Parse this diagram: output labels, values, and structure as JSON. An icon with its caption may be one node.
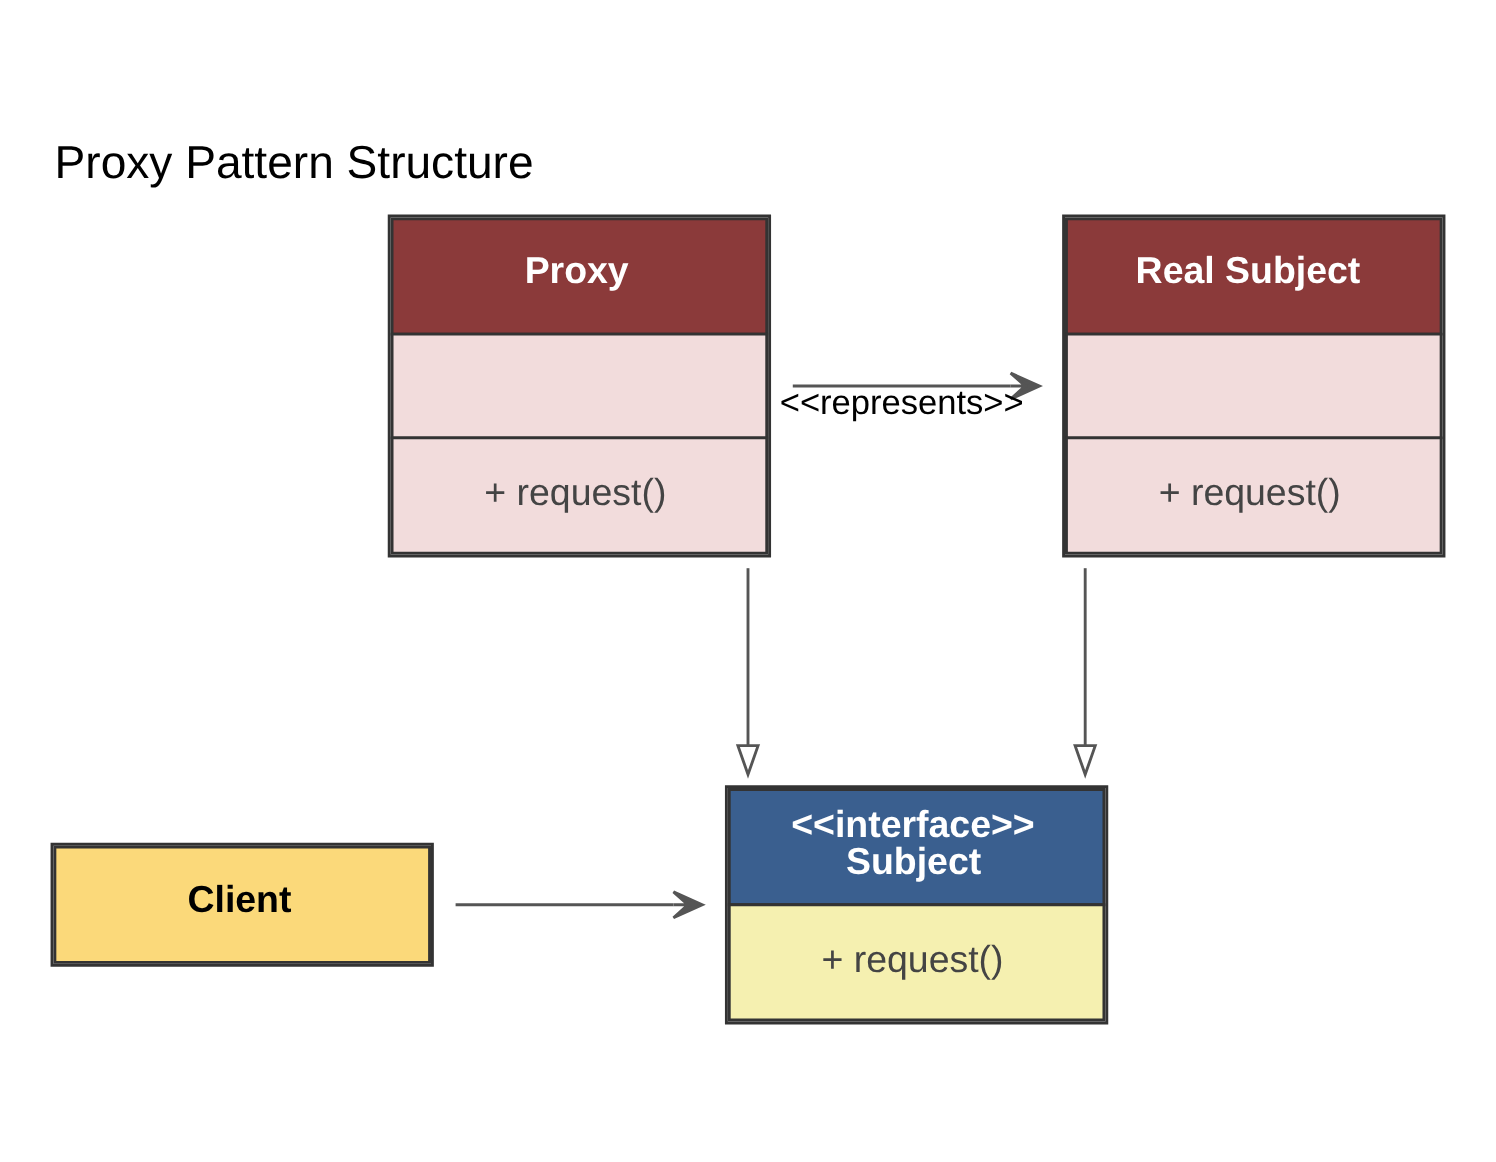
{
  "diagram": {
    "title": "Proxy Pattern Structure",
    "nodes": [
      {
        "text": [
          "Client"
        ]
      },
      {
        "text": [
          "<<interface>> Subject",
          "+ request()"
        ]
      },
      {
        "text": [
          "Proxy",
          "+ request()"
        ]
      },
      {
        "text": [
          "Real Subject",
          "+ request()"
        ]
      }
    ],
    "edges": [
      {
        "from": 0,
        "to": 1,
        "arrow": "to"
      },
      {
        "from": 2,
        "to": 1,
        "arrow": "to"
      },
      {
        "from": 3,
        "to": 1,
        "arrow": "to"
      },
      {
        "from": 2,
        "to": 3,
        "arrow": "to",
        "label": "<<represents>>"
      }
    ]
  }
}
